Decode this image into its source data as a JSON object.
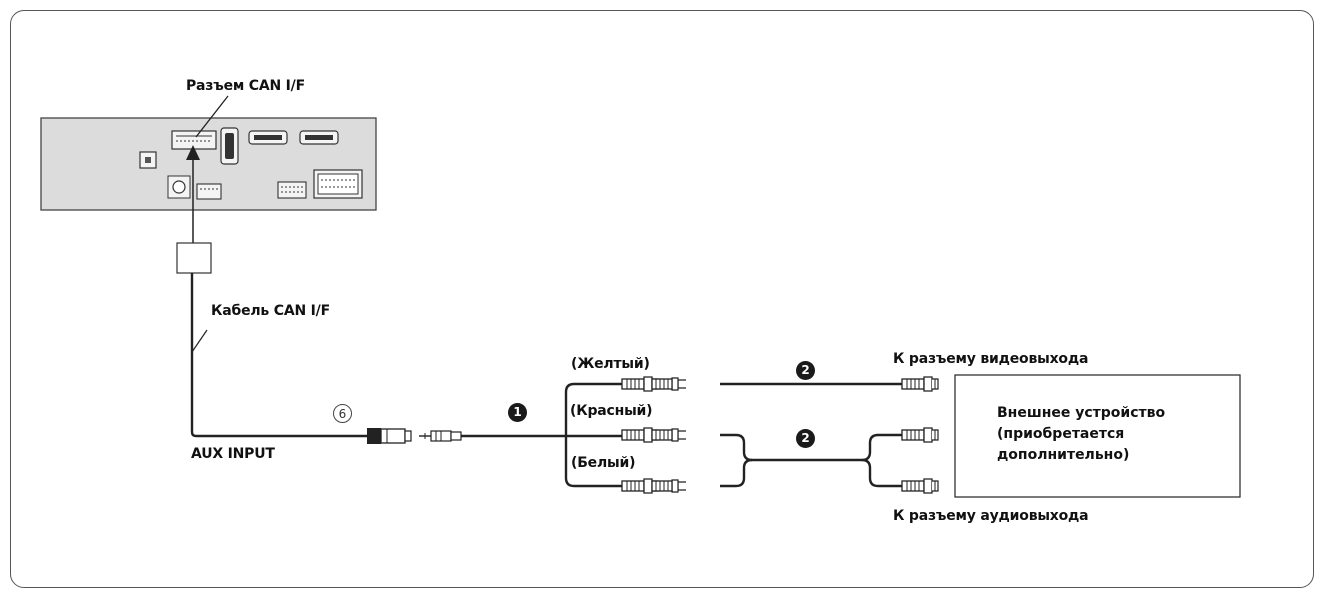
{
  "labels": {
    "can_connector": "Разъем CAN I/F",
    "can_cable": "Кабель CAN I/F",
    "aux_input": "AUX INPUT",
    "yellow": "(Желтый)",
    "red": "(Красный)",
    "white": "(Белый)",
    "video_out": "К разъему видеовыхода",
    "audio_out": "К разъему аудиовыхода"
  },
  "external_device": {
    "line1": "Внешнее устройство",
    "line2": "(приобретается",
    "line3": "дополнительно)"
  },
  "callouts": {
    "aux_cable_number": "6",
    "rca_cable_number": "1",
    "video_cable_number": "2",
    "audio_cable_number": "2"
  },
  "colors": {
    "unit_panel": "#dcdcdc",
    "wire": "#222222",
    "frame": "#555555"
  }
}
